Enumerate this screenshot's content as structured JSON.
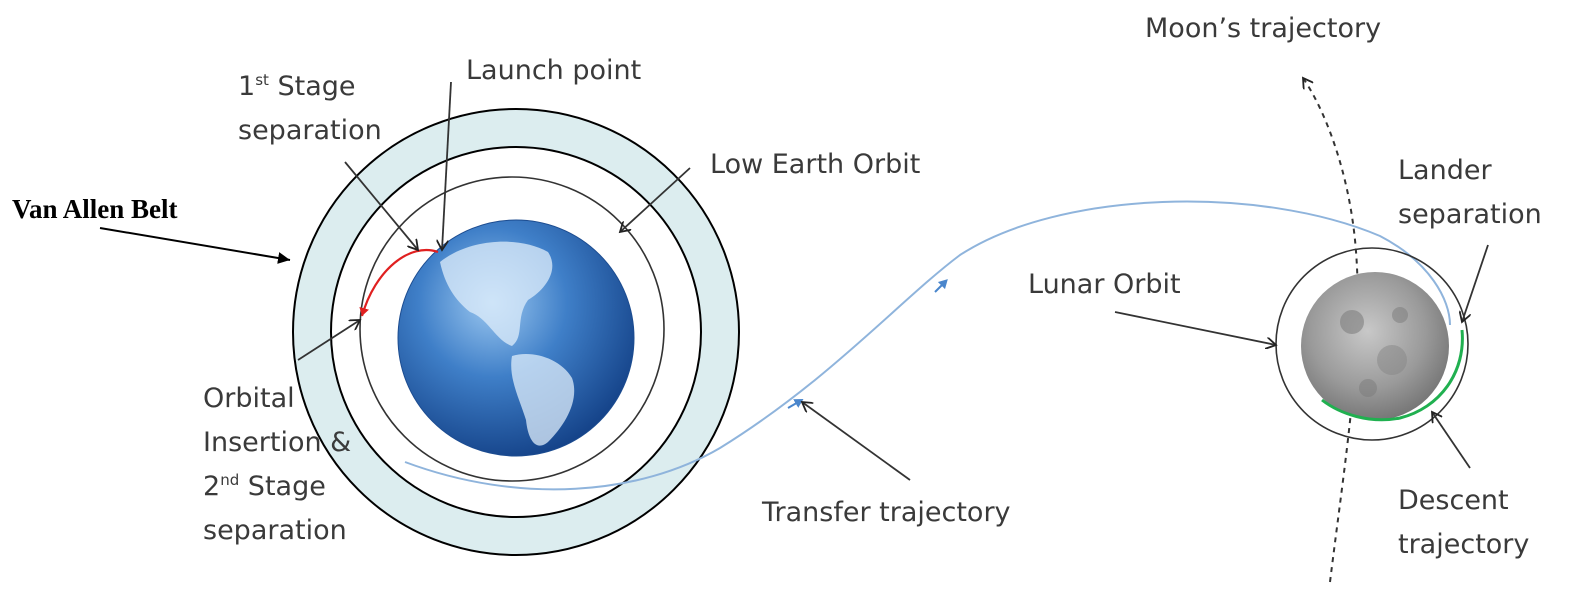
{
  "labels": {
    "moon_trajectory": "Moon’s trajectory",
    "launch_point": "Launch point",
    "first_stage_num": "1",
    "first_stage_sup": "st",
    "first_stage_rest": " Stage",
    "separation_1": "separation",
    "low_earth_orbit": "Low Earth Orbit",
    "van_allen_belt": "Van Allen Belt",
    "lander": "Lander",
    "lander_separation": "separation",
    "lunar_orbit": "Lunar Orbit",
    "orbital": "Orbital",
    "insertion": "Insertion &",
    "second_stage_num": "2",
    "second_stage_sup": "nd",
    "second_stage_rest": " Stage",
    "separation_2": "separation",
    "transfer_trajectory": "Transfer trajectory",
    "descent": "Descent",
    "descent_trajectory": "trajectory"
  },
  "colors": {
    "belt_fill": "#dcedef",
    "earth_blue": "#2f6fba",
    "ascent_red": "#e02020",
    "descent_green": "#20b050",
    "transfer_blue": "#8fb4dc",
    "moon_gray": "#9a9a9a"
  }
}
